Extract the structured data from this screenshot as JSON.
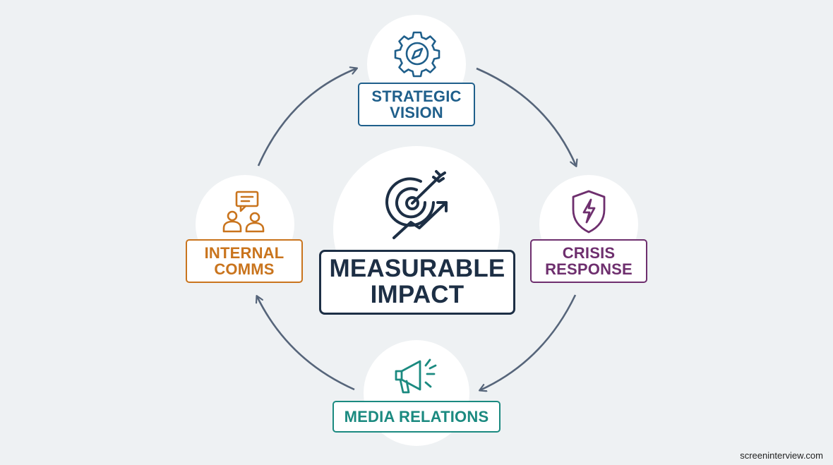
{
  "center": {
    "lines": [
      "MEASURABLE",
      "IMPACT"
    ],
    "icon": "target-arrow-icon",
    "color": "#1d2f45"
  },
  "nodes": {
    "strategic": {
      "lines": [
        "STRATEGIC",
        "VISION"
      ],
      "icon": "gear-compass-icon",
      "color": "#1f5f8b"
    },
    "crisis": {
      "lines": [
        "CRISIS",
        "RESPONSE"
      ],
      "icon": "shield-bolt-icon",
      "color": "#6e2f6e"
    },
    "media": {
      "lines": [
        "MEDIA RELATIONS"
      ],
      "icon": "megaphone-icon",
      "color": "#1b8a80"
    },
    "internal": {
      "lines": [
        "INTERNAL",
        "COMMS"
      ],
      "icon": "people-chat-icon",
      "color": "#c9741d"
    }
  },
  "arrow_color": "#56657a",
  "watermark": "screeninterview.com"
}
